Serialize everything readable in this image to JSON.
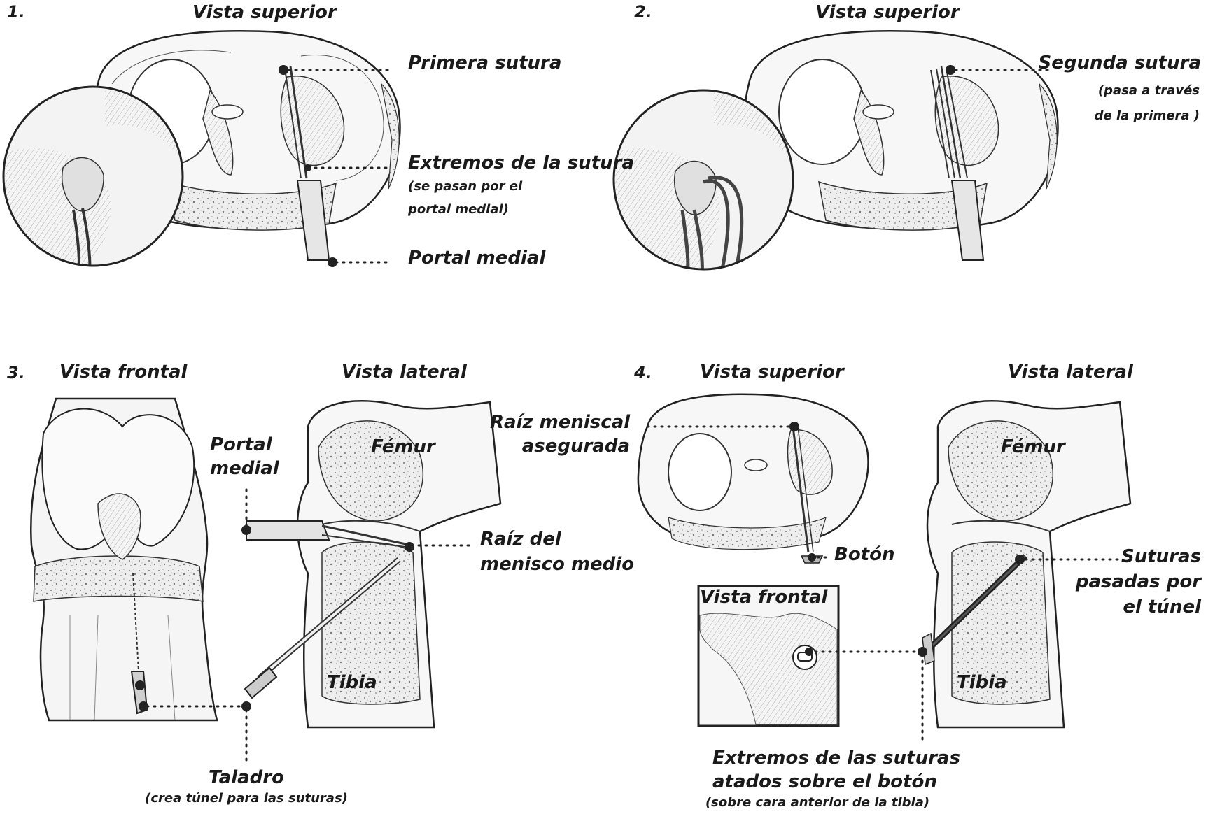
{
  "panel1": {
    "number": "1.",
    "title": "Vista superior",
    "primera_sutura": "Primera sutura",
    "extremos": "Extremos de la sutura",
    "extremos_note_1": "(se pasan por el",
    "extremos_note_2": "portal medial)",
    "portal_medial": "Portal medial"
  },
  "panel2": {
    "number": "2.",
    "title": "Vista superior",
    "segunda_sutura": "Segunda sutura",
    "note_1": "(pasa a través",
    "note_2": "de la primera )"
  },
  "panel3": {
    "number": "3.",
    "title_frontal": "Vista frontal",
    "title_lateral": "Vista lateral",
    "portal_1": "Portal",
    "portal_2": "medial",
    "femur": "Fémur",
    "tibia": "Tibia",
    "raiz_1": "Raíz del",
    "raiz_2": "menisco medio",
    "taladro": "Taladro",
    "taladro_note": "(crea túnel para las suturas)"
  },
  "panel4": {
    "number": "4.",
    "title_superior": "Vista superior",
    "title_lateral": "Vista lateral",
    "raiz_1": "Raíz meniscal",
    "raiz_2": "asegurada",
    "boton": "Botón",
    "inset_title": "Vista frontal",
    "femur": "Fémur",
    "tibia": "Tibia",
    "suturas_1": "Suturas",
    "suturas_2": "pasadas por",
    "suturas_3": "el túnel",
    "extremos_1": "Extremos de las suturas",
    "extremos_2": "atados sobre el botón",
    "extremos_note": "(sobre cara anterior de la tibia)"
  }
}
